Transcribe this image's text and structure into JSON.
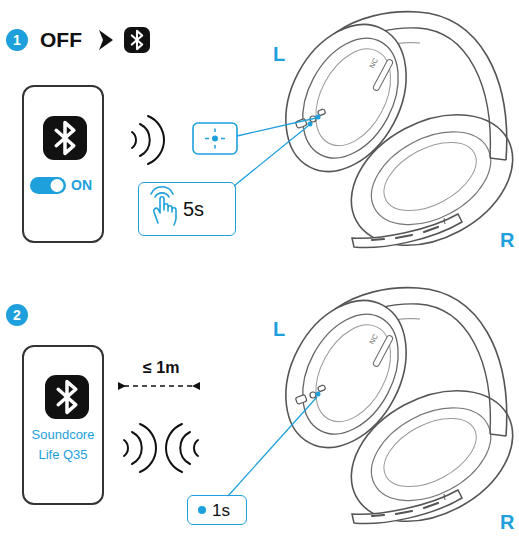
{
  "diagram": {
    "nodes": [
      {
        "text": [
          "1"
        ]
      },
      {
        "text": [
          "ON"
        ]
      },
      {
        "text": [
          "5s"
        ]
      },
      {
        "text": [
          "2"
        ]
      },
      {
        "text": [
          "Soundcore Life Q35"
        ]
      },
      {
        "text": [
          "1s"
        ]
      }
    ],
    "labels": [
      "OFF",
      "L",
      "NC",
      "R",
      "≤ 1m",
      "L",
      "NC",
      "R"
    ]
  }
}
